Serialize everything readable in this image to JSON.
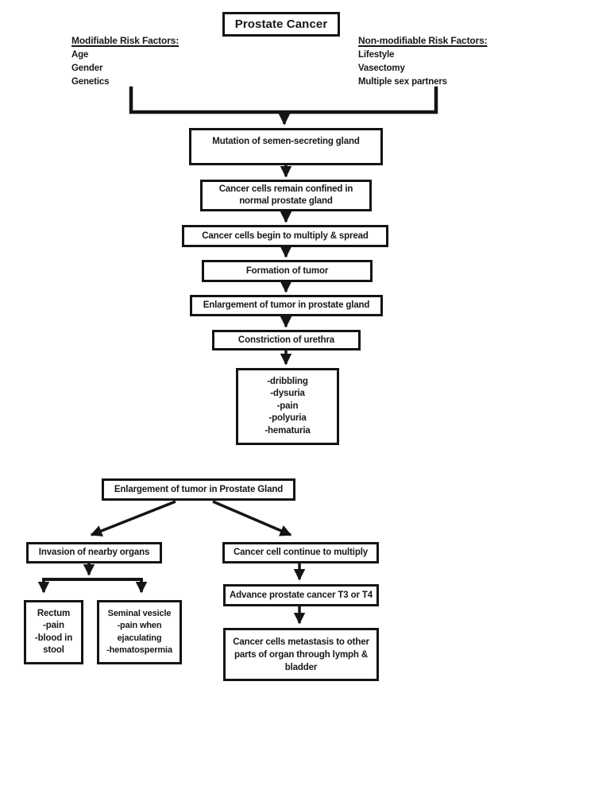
{
  "colors": {
    "ink": "#1b1718",
    "background": "#ffffff"
  },
  "title": "Prostate Cancer",
  "risk_factors": {
    "modifiable": {
      "heading": "Modifiable Risk Factors:",
      "items": [
        "Age",
        "Gender",
        "Genetics"
      ]
    },
    "non_modifiable": {
      "heading": "Non-modifiable Risk Factors:",
      "items": [
        "Lifestyle",
        "Vasectomy",
        "Multiple sex partners"
      ]
    }
  },
  "primary_flow": {
    "mutation": "Mutation of semen-secreting gland",
    "confined_lines": [
      "Cancer cells remain confined in",
      "normal prostate gland"
    ],
    "multiply_spread": "Cancer cells begin to multiply & spread",
    "tumor_formation": "Formation of tumor",
    "tumor_enlargement": "Enlargement of tumor in prostate gland",
    "urethra_constriction": "Constriction of urethra",
    "urinary_symptoms": [
      "-dribbling",
      "-dysuria",
      "-pain",
      "-polyuria",
      "-hematuria"
    ]
  },
  "secondary_flow": {
    "enlargement": "Enlargement of tumor in Prostate Gland",
    "invasion": "Invasion of nearby organs",
    "continue_multiply": "Cancer cell continue to multiply",
    "rectum_lines": [
      "Rectum",
      "-pain",
      "-blood in",
      "stool"
    ],
    "seminal_vesicle_lines": [
      "Seminal vesicle",
      "-pain when",
      "ejaculating",
      "-hematospermia"
    ],
    "advanced_cancer": "Advance prostate cancer T3 or T4",
    "metastasis_lines": [
      "Cancer cells metastasis to other",
      "parts of organ through lymph &",
      "bladder"
    ]
  }
}
